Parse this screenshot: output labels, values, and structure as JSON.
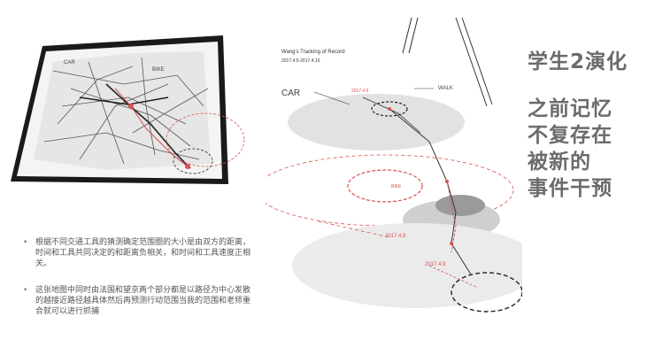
{
  "diagram": {
    "title": "Wang's Tracking of Record",
    "date_range": "2017.4.5-2017.4.10",
    "labels": {
      "car": "CAR",
      "walk": "WALK",
      "bike": "BIKE",
      "date_top": "2017.4.5",
      "date_mid": "2017.4.9",
      "date_low": "2017.4.9"
    }
  },
  "map": {
    "labels": [
      "CAR",
      "BIKE"
    ]
  },
  "notes": [
    "根据不同交通工具的猜测确定范围圈的大小是由双方的距离，时间和工具共同决定的和距离负相关，和时间和工具速度正相关。",
    "这张地图中同时由法国和望京两个部分都是以路径为中心发散的越接近路径越具体然后再预测行动范围当我的范围和老师重合就可以进行抓捕"
  ],
  "headline": {
    "line1": "学生2演化",
    "line2": [
      "之前记忆",
      "不复存在",
      "被新的",
      "事件干预"
    ]
  },
  "colors": {
    "accent": "#d9534f",
    "text": "#6b6b6b"
  }
}
